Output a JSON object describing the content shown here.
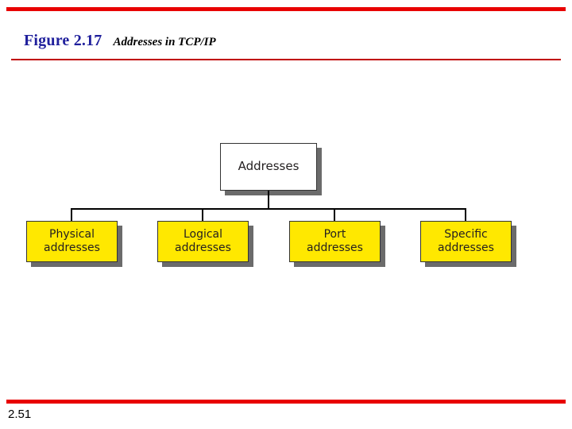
{
  "header": {
    "figure_number": "Figure 2.17",
    "caption": "Addresses in TCP/IP"
  },
  "footer": {
    "page_number": "2.51"
  },
  "colors": {
    "rule_red": "#e80000",
    "title_rule_red": "#c00000",
    "figure_number_blue": "#1f1f9c",
    "leaf_fill_yellow": "#ffe800",
    "root_fill_white": "#ffffff",
    "node_border": "#333333",
    "shadow": "#6b6b6b"
  },
  "diagram": {
    "type": "tree",
    "root": {
      "label": "Addresses"
    },
    "children": [
      {
        "label": "Physical\naddresses"
      },
      {
        "label": "Logical\naddresses"
      },
      {
        "label": "Port\naddresses"
      },
      {
        "label": "Specific\naddresses"
      }
    ]
  }
}
